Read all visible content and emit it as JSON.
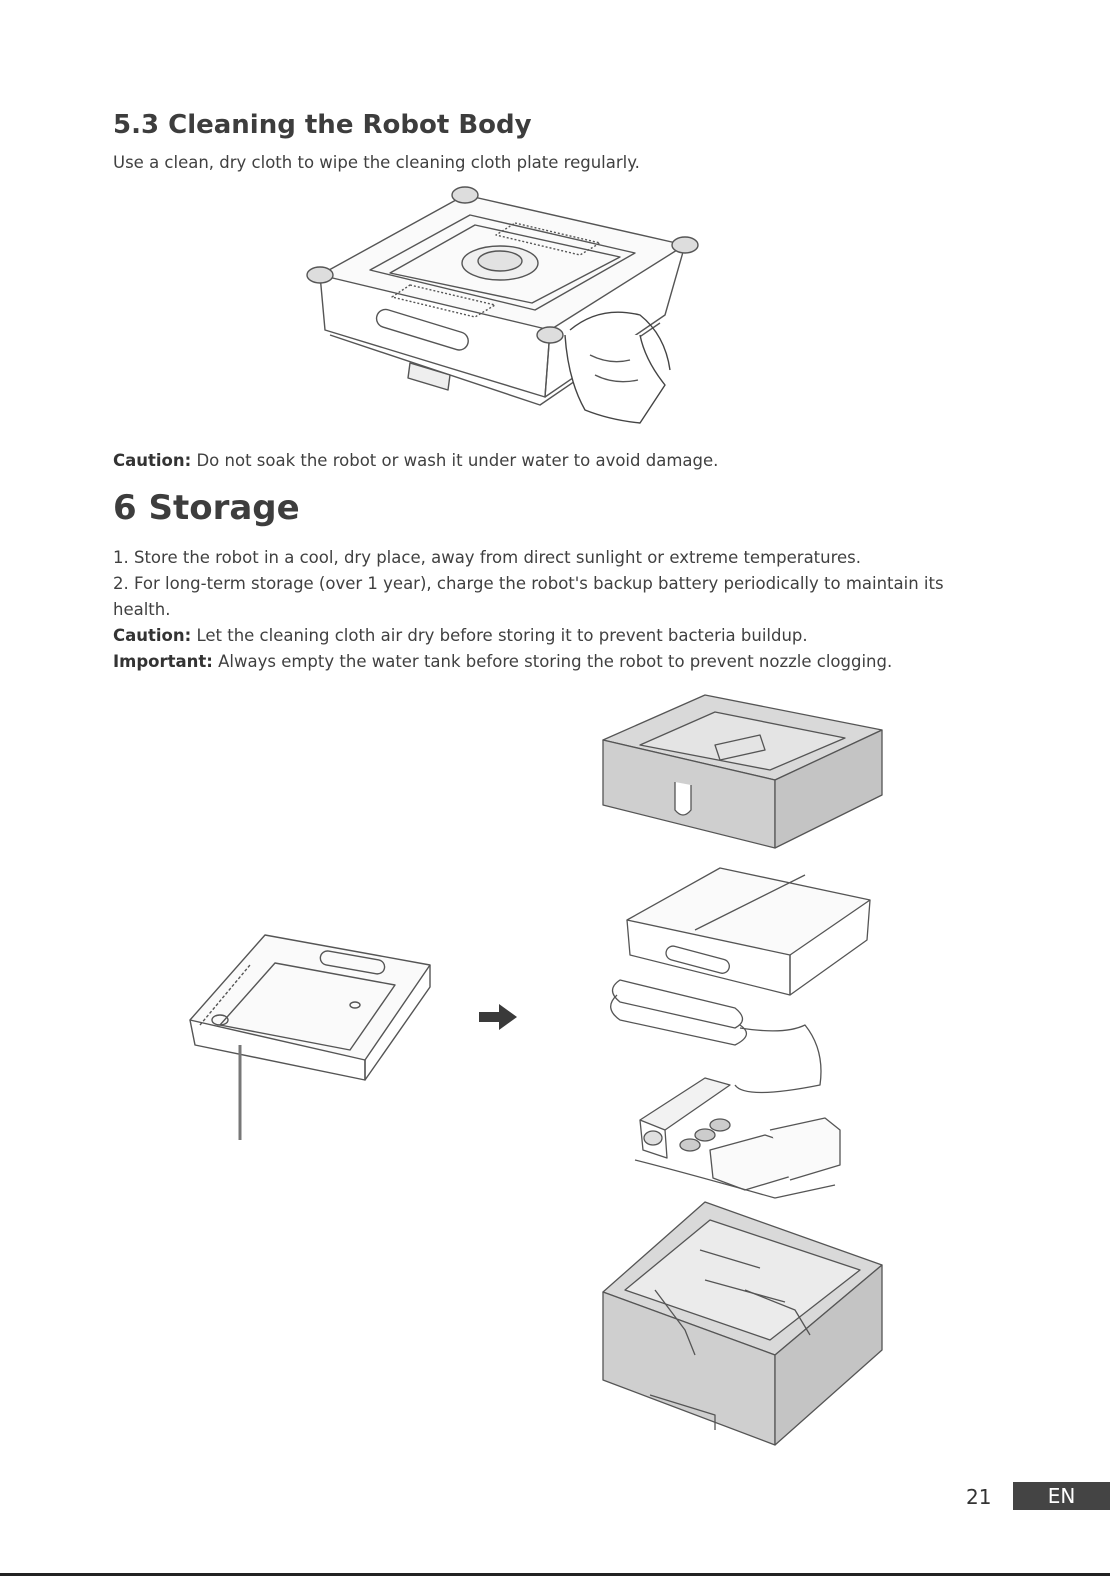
{
  "section_5_3": {
    "title": "5.3 Cleaning the Robot Body",
    "intro": "Use a clean, dry cloth to wipe the cleaning cloth plate regularly.",
    "caution_label": "Caution:",
    "caution_text": "Do not soak the robot or wash it under water to avoid damage."
  },
  "section_6": {
    "title": "6  Storage",
    "item1": "1. Store the robot in a cool, dry place, away from direct sunlight or extreme temperatures.",
    "item2_line1": "2. For long-term storage (over 1 year), charge the robot's backup battery periodically to maintain its",
    "item2_line2": "health.",
    "caution_label": "Caution:",
    "caution_text": "Let the cleaning cloth air dry before storing it to prevent bacteria buildup.",
    "important_label": "Important:",
    "important_text": "Always empty the water tank before storing the robot to prevent nozzle clogging."
  },
  "footer": {
    "page_number": "21",
    "language": "EN"
  },
  "colors": {
    "text": "#404040",
    "heading": "#3d3d3d",
    "foam": "#d6d6d6",
    "badge": "#444444"
  },
  "icons": {
    "step_arrow": "right-arrow-icon"
  }
}
